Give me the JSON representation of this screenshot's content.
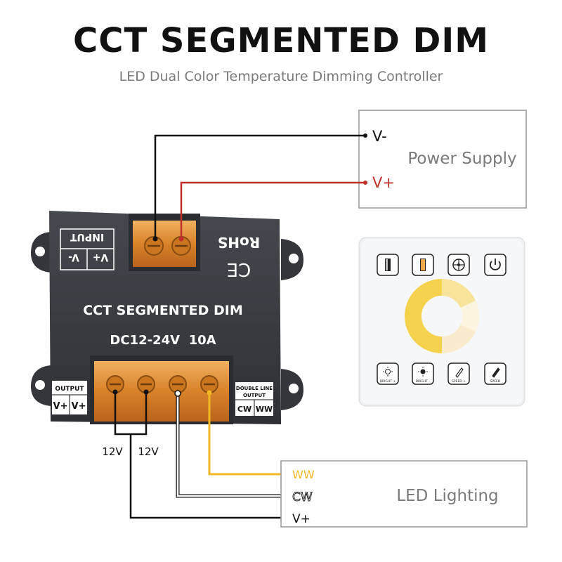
{
  "header": {
    "title": "CCT SEGMENTED DIM",
    "subtitle": "LED Dual Color Temperature Dimming Controller"
  },
  "power_supply": {
    "label": "Power Supply",
    "terminal_neg": "V-",
    "terminal_pos": "V+"
  },
  "controller": {
    "name": "CCT SEGMENTED DIM",
    "rating": "DC12-24V  10A",
    "input_label": "INPUT",
    "input_pos": "V+",
    "input_neg": "V-",
    "rohs": "RoHS",
    "ce": "CE",
    "output_label": "OUTPUT",
    "output_pos_1": "V+",
    "output_pos_2": "V+",
    "double_line_label_1": "DOUBLE LINE",
    "double_line_label_2": "OUTPUT",
    "out_cw": "CW",
    "out_ww": "WW"
  },
  "voltages": {
    "left": "12V",
    "right": "12V"
  },
  "remote": {
    "buttons": {
      "bright_up": "BRIGHT +",
      "bright_down": "BRIGHT -",
      "speed_up": "SPEED +",
      "speed_down": "SPEED"
    }
  },
  "led_lighting": {
    "label": "LED Lighting",
    "terminal_ww": "WW",
    "terminal_cw": "CW",
    "terminal_pos": "V+"
  },
  "colors": {
    "wire_black": "#111111",
    "wire_red": "#c0302a",
    "wire_yellow": "#f2b824",
    "controller_body": "#3a3d42",
    "terminal_orange": "#e08a2a"
  }
}
